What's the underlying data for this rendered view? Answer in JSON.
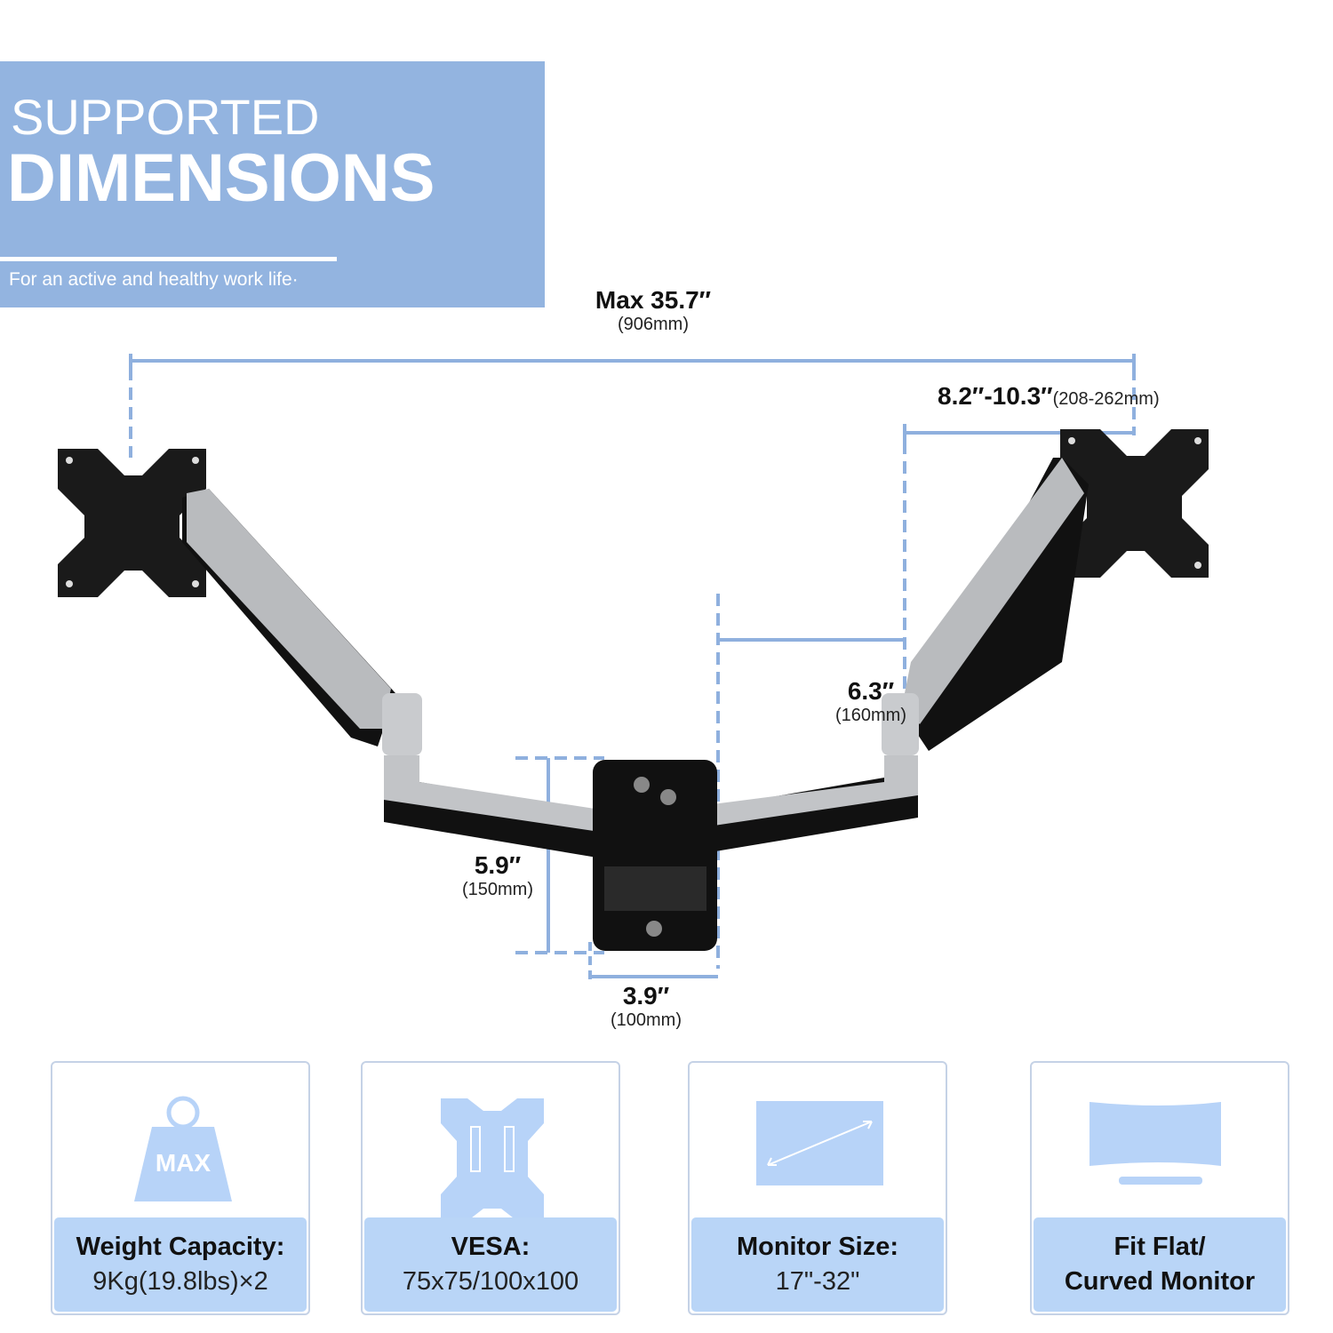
{
  "header": {
    "title_line1": "SUPPORTED",
    "title_line2": "DIMENSIONS",
    "subtitle": "For an active and healthy work life·"
  },
  "dimensions": {
    "max_span": {
      "imperial": "Max 35.7″",
      "metric": "(906mm)"
    },
    "arm_offset": {
      "imperial": "8.2″-10.3″",
      "metric": "(208-262mm)"
    },
    "arm_height": {
      "imperial": "6.3″",
      "metric": "(160mm)"
    },
    "plate_height": {
      "imperial": "5.9″",
      "metric": "(150mm)"
    },
    "plate_width": {
      "imperial": "3.9″",
      "metric": "(100mm)"
    }
  },
  "features": [
    {
      "icon": "weight-icon",
      "icon_text": "MAX",
      "label": "Weight Capacity:",
      "value": "9Kg(19.8lbs)×2"
    },
    {
      "icon": "vesa-plate-icon",
      "label": "VESA:",
      "value": "75x75/100x100"
    },
    {
      "icon": "monitor-size-icon",
      "label": "Monitor Size:",
      "value": "17\"-32\""
    },
    {
      "icon": "curved-monitor-icon",
      "label": "Fit Flat/",
      "value": "Curved Monitor"
    }
  ],
  "colors": {
    "accent": "#93b4e0",
    "card_fill": "#b9d5f7",
    "icon": "#b7d3f8",
    "dim_line": "#8fb0de",
    "arm_silver": "#bfc1c4",
    "arm_black": "#111111"
  }
}
